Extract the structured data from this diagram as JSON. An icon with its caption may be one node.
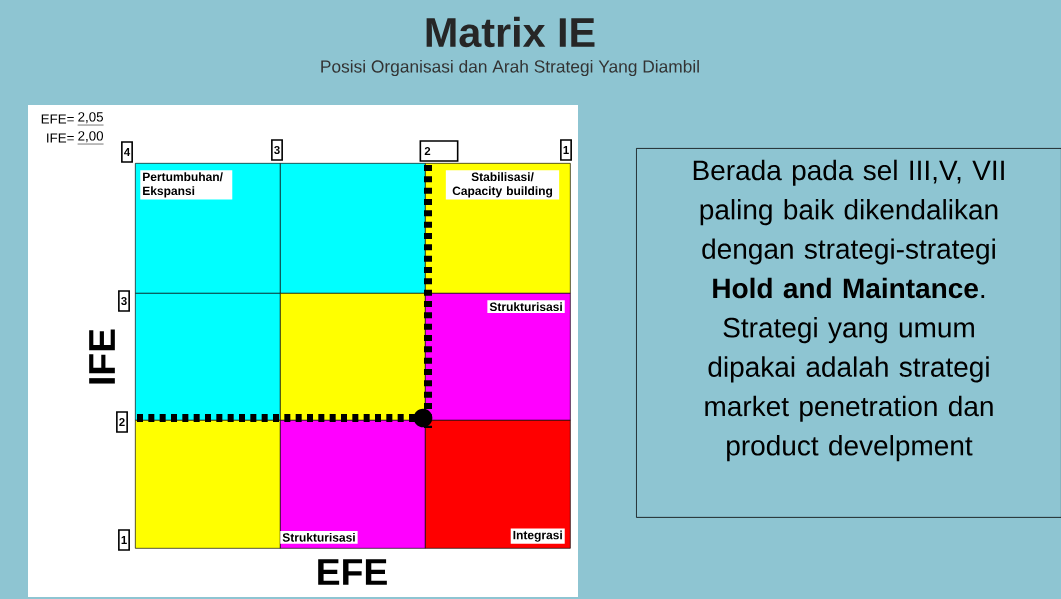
{
  "diagram": {
    "title": "Matrix IE",
    "caption": "Posisi Organisasi dan Arah Strategi Yang Diambil",
    "nodes": [
      {
        "text": [
          "Pertumbuhan/ Ekspansi"
        ]
      },
      {
        "text": [],
        "shape": "box"
      },
      {
        "text": [
          "Stabilisasi/ Capacity building"
        ]
      },
      {
        "text": [],
        "shape": "box"
      },
      {
        "text": [],
        "shape": "box"
      },
      {
        "text": [
          "Strukturisasi"
        ]
      },
      {
        "text": [],
        "shape": "box"
      },
      {
        "text": [
          "Strukturisasi"
        ]
      },
      {
        "text": [
          "Integrasi"
        ]
      },
      {
        "text": [
          "Berada pada sel III,V, VII paling baik dikendalikan dengan strategi-strategi **Hold and Maintance**. Strategi yang umum dipakai adalah strategi market penetration dan product develpment"
        ]
      }
    ],
    "labels": [
      "EFE=",
      "2,05",
      "IFE=",
      "2,00",
      "4",
      "3",
      "2",
      "1",
      "3",
      "2",
      "1",
      "IFE",
      "EFE"
    ]
  }
}
